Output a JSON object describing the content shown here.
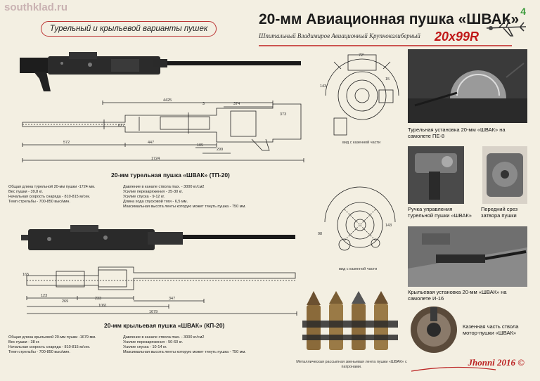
{
  "watermark": "southklad.ru",
  "page_number": "4",
  "title": "20-мм Авиационная пушка «ШВАК»",
  "subtitle": "Турельный и крыльевой варианты пушек",
  "subline": "Шпитальный Владимиров Авиационный Крупнокалиберный",
  "caliber": "20x99R",
  "turret_gun": {
    "caption": "20-мм турельная пушка «ШВАК» (ТП-20)",
    "dims": [
      "4425",
      "374",
      "3",
      "373",
      "627",
      "447",
      "299",
      "105",
      "572",
      "1724"
    ],
    "specs_left": [
      "Общая длина турельной 20-мм пушки -1724 мм.",
      "Вес пушки - 39,8 кг.",
      "Начальная скорость снаряда - 810-815 м/сек.",
      "Темп стрельбы - 700-850 выс/мин."
    ],
    "specs_right": [
      "Давление в канале ствола max. - 3000 кг/см2",
      "Усилие перезаряжения - 25-30 кг.",
      "Усилие спуска - 9-12 кг.",
      "Длина хода спусковой тяги - 6,5 мм.",
      "Максимальная высота ленты которую может тянуть пушка - 750 мм."
    ]
  },
  "wing_gun": {
    "caption": "20-мм крыльевая пушка «ШВАК» (КП-20)",
    "dims": [
      "123",
      "269",
      "233",
      "347",
      "1061",
      "1679",
      "165"
    ],
    "specs_left": [
      "Общая длина крыльевой 20-мм пушки -1679 мм.",
      "Вес пушки - 38 кг.",
      "Начальная скорость снаряда - 810-815 м/сек.",
      "Темп стрельбы - 700-850 выс/мин."
    ],
    "specs_right": [
      "Давление в канале ствола max. - 3000 кг/см2",
      "Усилие перезаряжения - 50-60 кг.",
      "Усилие спуска - 10-14 кг.",
      "Максимальная высота ленты которую может тянуть пушка - 750 мм."
    ]
  },
  "breech_views": {
    "label_top": "вид с казенной части",
    "label_bottom": "вид с казенной части",
    "dims_top": [
      "72°",
      "143",
      "15"
    ],
    "dims_bottom": [
      "98",
      "143"
    ]
  },
  "photos": {
    "turret_pe8": "Турельная установка 20-мм «ШВАК» на самолете ПЕ-8",
    "handle": "Ручка управления турельной пушки «ШВАК»",
    "front_cut": "Передний срез затвора пушки",
    "wing_i16": "Крыльевая установка 20-мм «ШВАК» на самолете И-16",
    "breech_motor": "Казенная часть ствола мотор-пушки «ШВАК»",
    "belt": "Металлическая рассыпная звеньевая лента пушки «ШВАК» с патронами."
  },
  "signature": "Jhonni 2016 ©"
}
